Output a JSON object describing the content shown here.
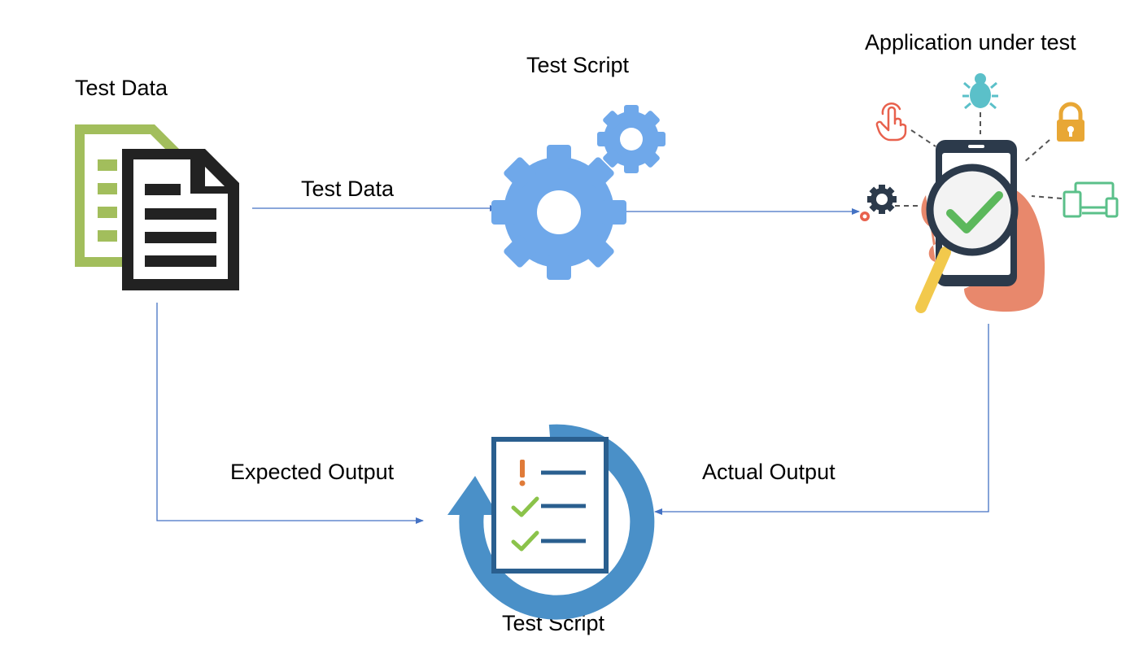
{
  "nodes": {
    "test_data": {
      "label": "Test Data"
    },
    "test_script_top": {
      "label": "Test Script"
    },
    "application": {
      "label": "Application under test"
    },
    "test_script_bottom": {
      "label": "Test Script"
    }
  },
  "edges": {
    "data_to_script": {
      "label": "Test Data"
    },
    "expected": {
      "label": "Expected Output"
    },
    "actual": {
      "label": "Actual Output"
    }
  },
  "colors": {
    "arrow": "#4472C4",
    "doc_green": "#A2BE5C",
    "doc_black": "#222222",
    "gear_blue": "#6FA8EA",
    "cycle_blue": "#4A90C8",
    "check_green": "#5CB85C",
    "hand_skin": "#E8886C",
    "alert_orange": "#E07B39"
  },
  "icons": [
    "documents-icon",
    "gears-icon",
    "phone-magnifier-icon",
    "bug-icon",
    "lock-icon",
    "devices-icon",
    "touch-icon",
    "settings-gear-icon",
    "checklist-cycle-icon"
  ]
}
